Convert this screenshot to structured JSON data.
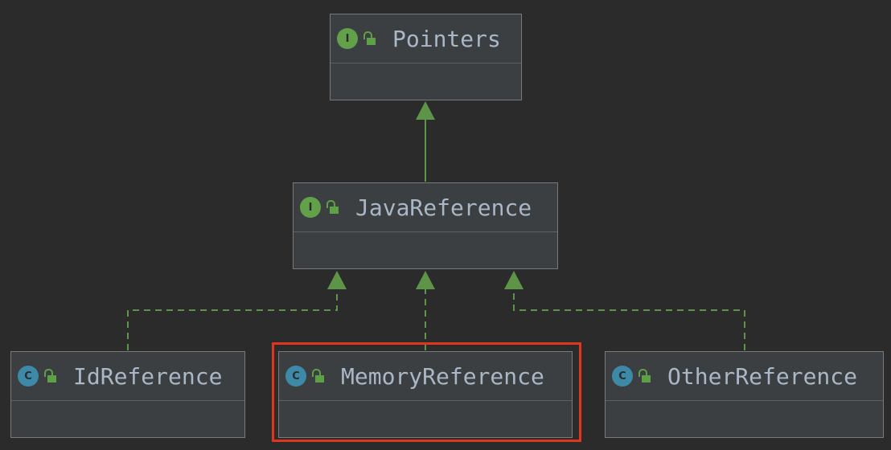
{
  "diagram": {
    "colors": {
      "background": "#2b2b2b",
      "node_fill": "#3c3f41",
      "node_border": "#7a7a7a",
      "edge": "#5e9448",
      "interface_badge": "#62a04a",
      "class_badge": "#3d8aa8",
      "selection": "#e0351f",
      "text": "#a9b7c6"
    },
    "nodes": [
      {
        "id": "pointers",
        "label": "Pointers",
        "kind": "interface",
        "badge": "I",
        "icon": "unlocked-icon"
      },
      {
        "id": "javareference",
        "label": "JavaReference",
        "kind": "interface",
        "badge": "I",
        "icon": "unlocked-icon"
      },
      {
        "id": "idreference",
        "label": "IdReference",
        "kind": "class",
        "badge": "C",
        "icon": "unlocked-icon"
      },
      {
        "id": "memoryreference",
        "label": "MemoryReference",
        "kind": "class",
        "badge": "C",
        "icon": "unlocked-icon",
        "selected": true
      },
      {
        "id": "otherreference",
        "label": "OtherReference",
        "kind": "class",
        "badge": "C",
        "icon": "unlocked-icon"
      }
    ],
    "edges": [
      {
        "from": "javareference",
        "to": "pointers",
        "type": "extends",
        "style": "solid"
      },
      {
        "from": "idreference",
        "to": "javareference",
        "type": "implements",
        "style": "dashed"
      },
      {
        "from": "memoryreference",
        "to": "javareference",
        "type": "implements",
        "style": "dashed"
      },
      {
        "from": "otherreference",
        "to": "javareference",
        "type": "implements",
        "style": "dashed"
      }
    ]
  }
}
